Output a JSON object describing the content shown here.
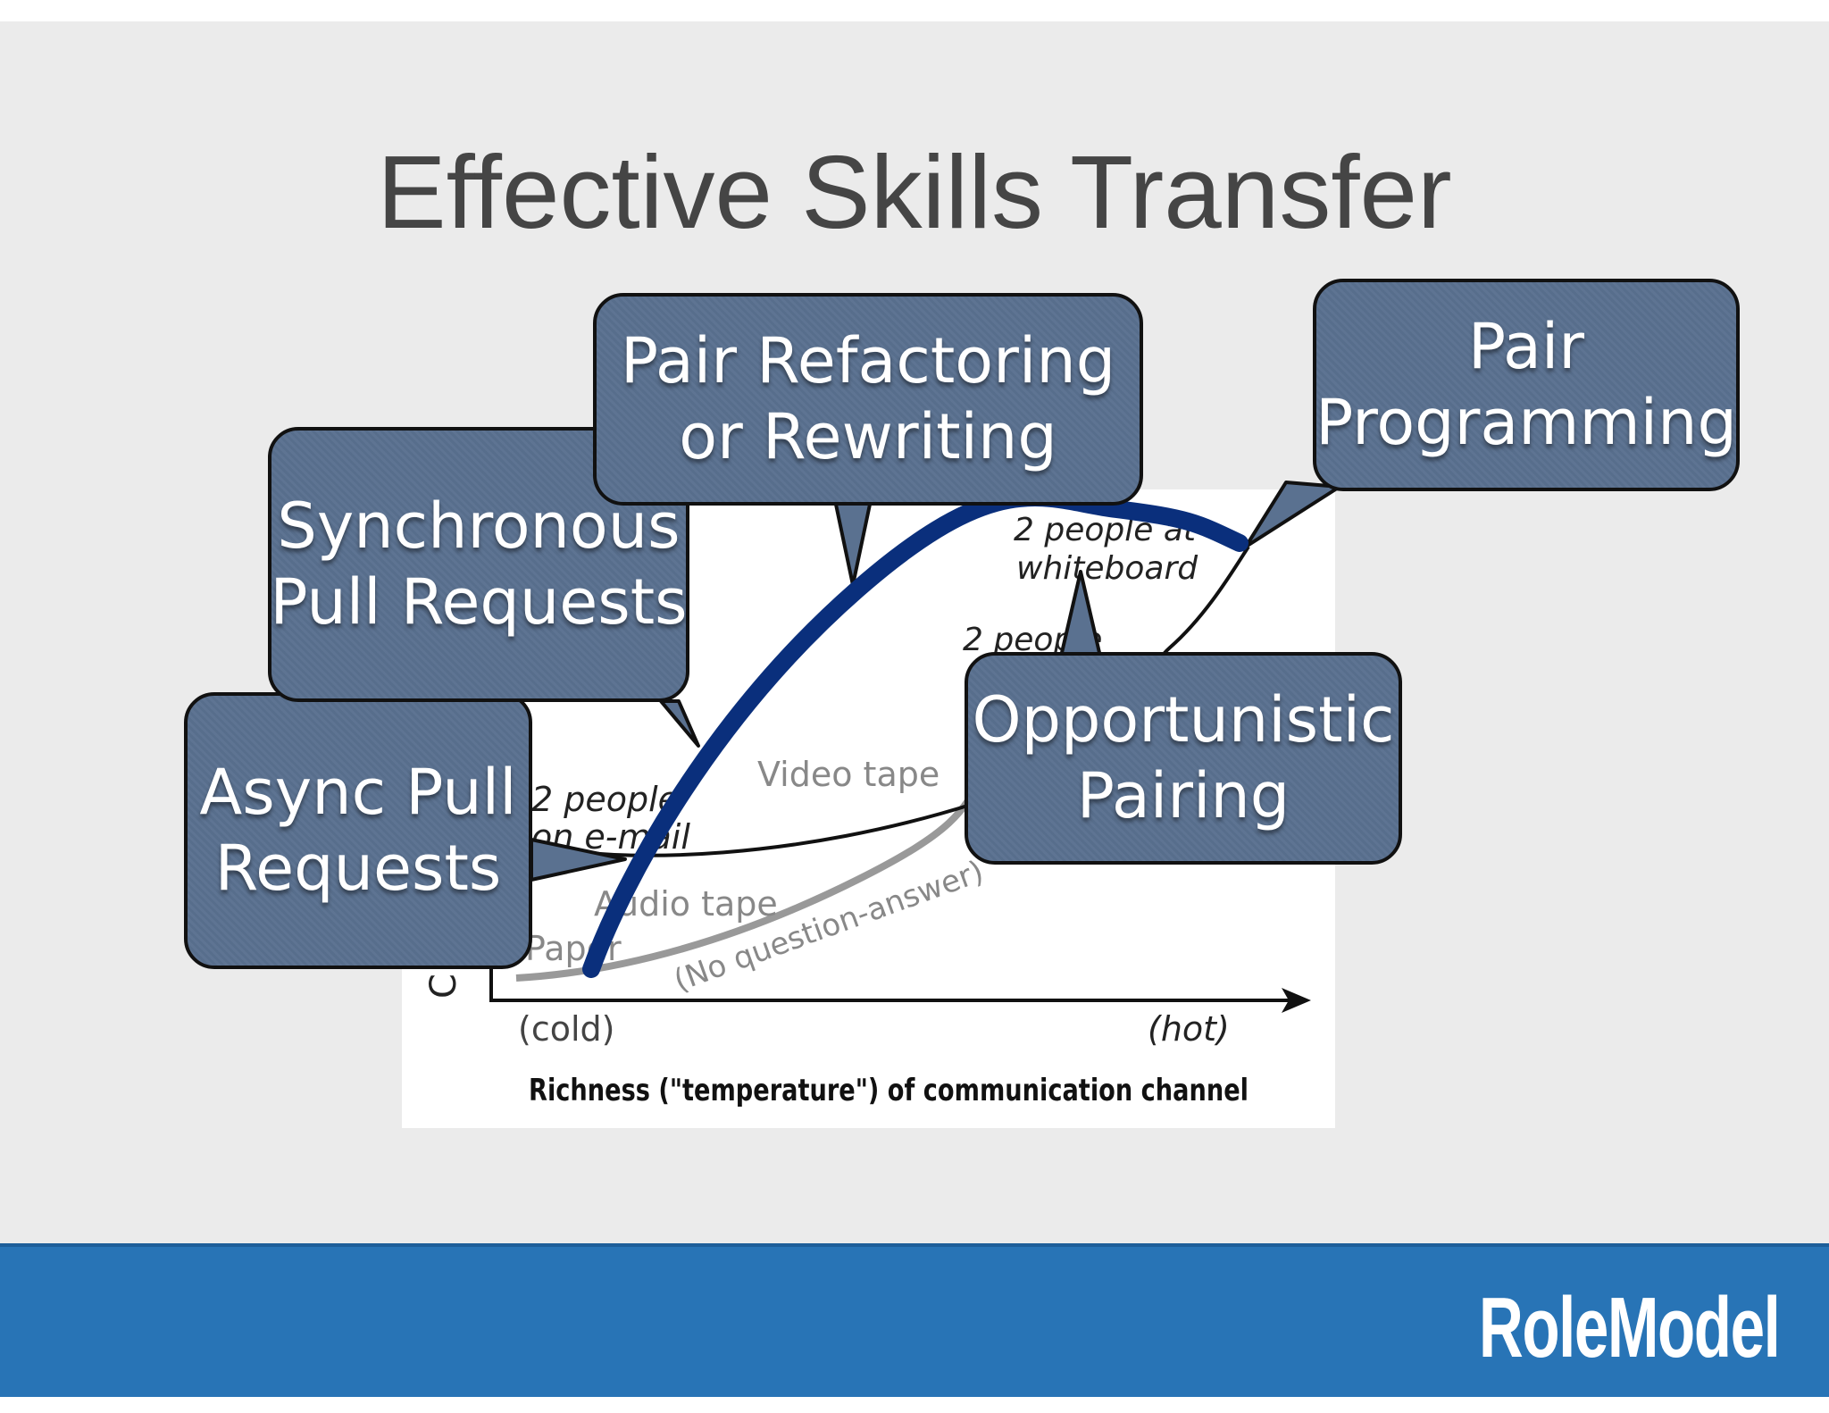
{
  "slide": {
    "title": "Effective Skills Transfer"
  },
  "chart": {
    "xlabel": "Richness (\"temperature\") of communication channel",
    "y_axis_fragment": "C",
    "cold_label": "(cold)",
    "hot_label": "(hot)",
    "curve_labels": {
      "email": [
        "2 people",
        "on e-mail"
      ],
      "paper": "Paper",
      "audio": "Audio tape",
      "video": "Video tape",
      "no_qa": "(No question-answer)",
      "phone": "2 people",
      "whiteboard": [
        "2 people at",
        "whiteboard"
      ]
    }
  },
  "callouts": {
    "async_pr": [
      "Async Pull",
      "Requests"
    ],
    "sync_pr": [
      "Synchronous",
      "Pull Requests"
    ],
    "pair_refactor": [
      "Pair Refactoring",
      "or Rewriting"
    ],
    "pair_programming": [
      "Pair",
      "Programming"
    ],
    "opportunistic": [
      "Opportunistic",
      "Pairing"
    ]
  },
  "footer": {
    "logo": "RoleModel"
  },
  "colors": {
    "callout_fill": "#5a7190",
    "highlight_curve": "#0a2f7c",
    "footer": "#2874b6"
  }
}
